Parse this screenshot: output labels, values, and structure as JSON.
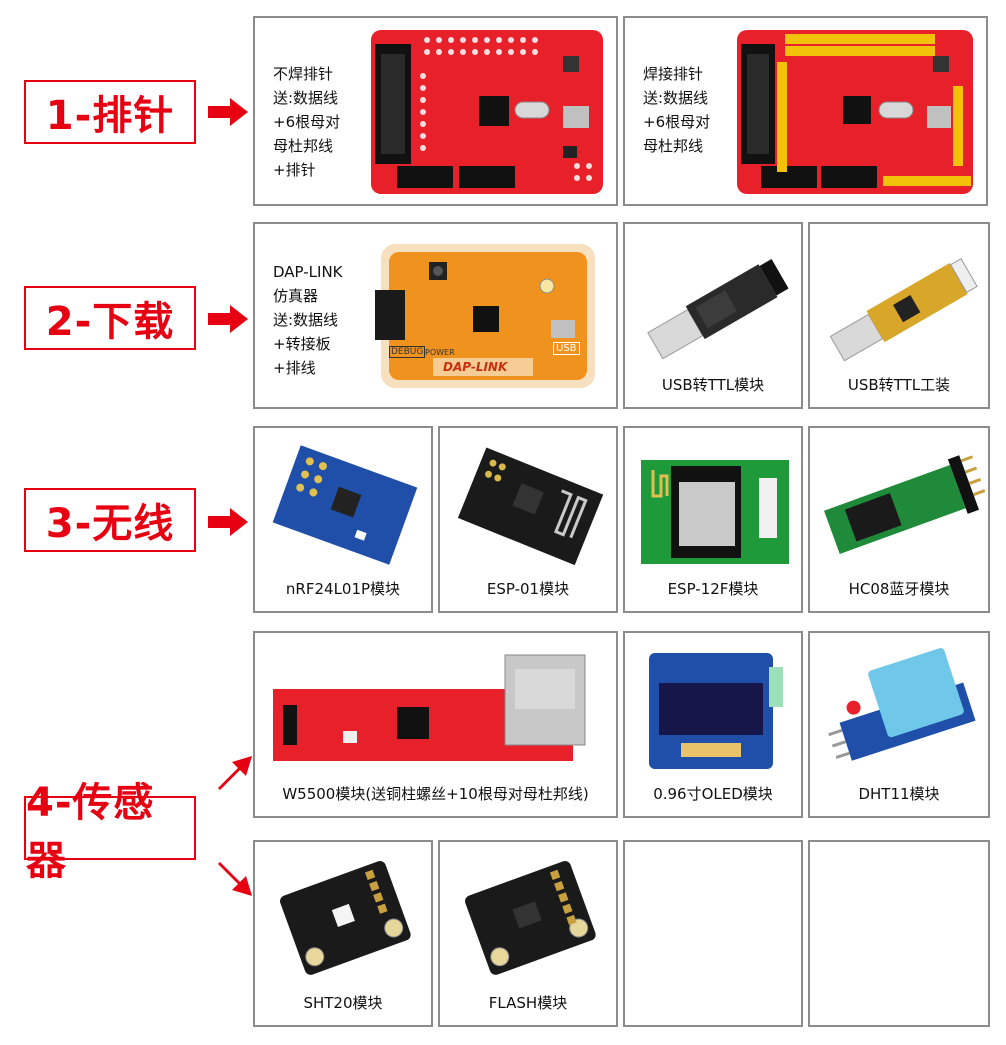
{
  "categories": [
    {
      "label": "1-排针"
    },
    {
      "label": "2-下载"
    },
    {
      "label": "3-无线"
    },
    {
      "label": "4-传感器"
    }
  ],
  "row1": {
    "board_unsoldered": {
      "lines": [
        "不焊排针",
        "送:数据线",
        "+6根母对",
        "母杜邦线",
        "+排针"
      ]
    },
    "board_soldered": {
      "lines": [
        "焊接排针",
        "送:数据线",
        "+6根母对",
        "母杜邦线"
      ]
    }
  },
  "row2": {
    "daplink": {
      "lines": [
        "DAP-LINK",
        "仿真器",
        "送:数据线",
        "+转接板",
        "+排线"
      ],
      "logo": "DAP-LINK",
      "usb_mark": "USB",
      "debug_mark": "DEBUG",
      "power_mark": "POWER"
    },
    "usb_ttl_module": {
      "caption": "USB转TTL模块"
    },
    "usb_ttl_industrial": {
      "caption": "USB转TTL工装"
    }
  },
  "row3": [
    {
      "caption": "nRF24L01P模块"
    },
    {
      "caption": "ESP-01模块"
    },
    {
      "caption": "ESP-12F模块"
    },
    {
      "caption": "HC08蓝牙模块"
    }
  ],
  "row4": [
    {
      "caption": "W5500模块(送铜柱螺丝+10根母对母杜邦线)"
    },
    {
      "caption": "0.96寸OLED模块"
    },
    {
      "caption": "DHT11模块"
    }
  ],
  "row5": [
    {
      "caption": "SHT20模块"
    },
    {
      "caption": "FLASH模块"
    },
    {
      "caption": ""
    },
    {
      "caption": ""
    }
  ],
  "colors": {
    "accent": "#e60012",
    "border": "#8c8c8c",
    "pcb_red": "#e8202a",
    "pcb_blue": "#1f4fa8",
    "pcb_black": "#1a1a1a",
    "pcb_green": "#1e9a3a"
  }
}
